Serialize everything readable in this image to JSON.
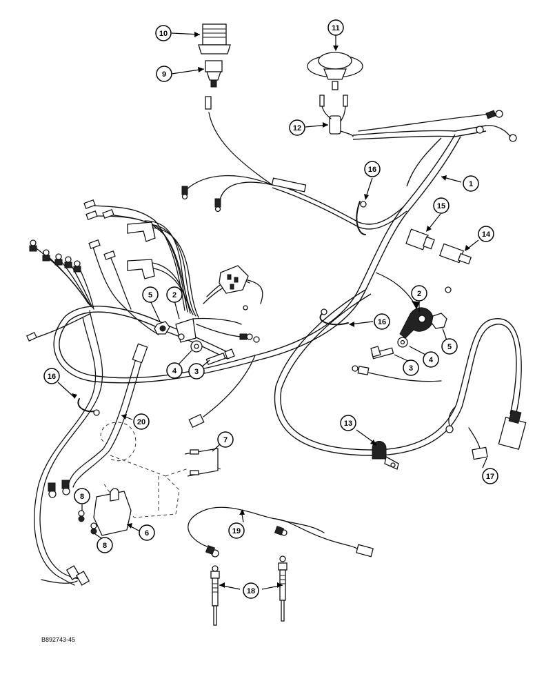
{
  "figure_ref": "B892743-45",
  "callouts": [
    {
      "id": "c1",
      "number": "1"
    },
    {
      "id": "c2a",
      "number": "2"
    },
    {
      "id": "c2b",
      "number": "2"
    },
    {
      "id": "c3a",
      "number": "3"
    },
    {
      "id": "c3b",
      "number": "3"
    },
    {
      "id": "c4a",
      "number": "4"
    },
    {
      "id": "c4b",
      "number": "4"
    },
    {
      "id": "c5a",
      "number": "5"
    },
    {
      "id": "c5b",
      "number": "5"
    },
    {
      "id": "c6",
      "number": "6"
    },
    {
      "id": "c7",
      "number": "7"
    },
    {
      "id": "c8a",
      "number": "8"
    },
    {
      "id": "c8b",
      "number": "8"
    },
    {
      "id": "c9",
      "number": "9"
    },
    {
      "id": "c10",
      "number": "10"
    },
    {
      "id": "c11",
      "number": "11"
    },
    {
      "id": "c12",
      "number": "12"
    },
    {
      "id": "c13",
      "number": "13"
    },
    {
      "id": "c14",
      "number": "14"
    },
    {
      "id": "c15",
      "number": "15"
    },
    {
      "id": "c16a",
      "number": "16"
    },
    {
      "id": "c16b",
      "number": "16"
    },
    {
      "id": "c16c",
      "number": "16"
    },
    {
      "id": "c17",
      "number": "17"
    },
    {
      "id": "c18",
      "number": "18"
    },
    {
      "id": "c19",
      "number": "19"
    },
    {
      "id": "c20",
      "number": "20"
    }
  ]
}
